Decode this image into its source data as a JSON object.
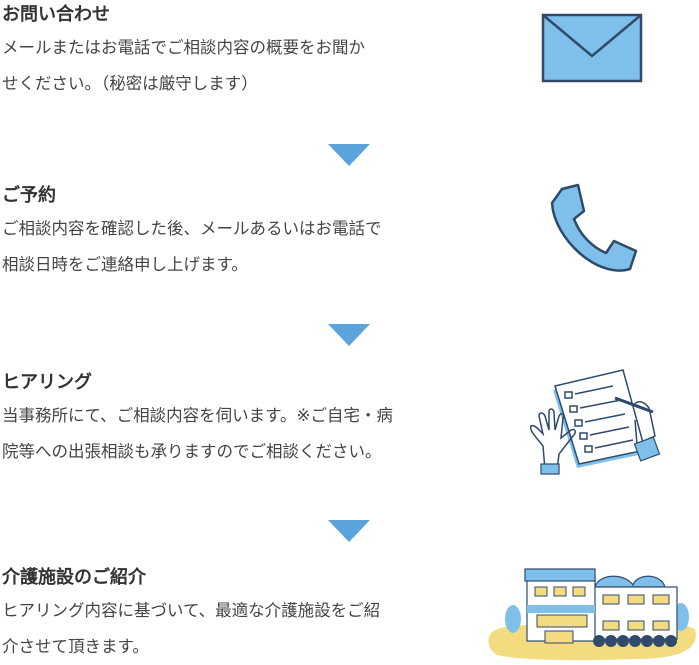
{
  "steps": [
    {
      "title": "お問い合わせ",
      "lines": [
        "メールまたはお電話でご相談内容の概要をお聞か",
        "せください。（秘密は厳守します）"
      ],
      "icon": "envelope-icon"
    },
    {
      "title": "ご予約",
      "lines": [
        "ご相談内容を確認した後、メールあるいはお電話で",
        "相談日時をご連絡申し上げます。"
      ],
      "icon": "phone-icon"
    },
    {
      "title": "ヒアリング",
      "lines": [
        "当事務所にて、ご相談内容を伺います。※ご自宅・病",
        "院等への出張相談も承りますのでご相談ください。"
      ],
      "icon": "checklist-writing-icon"
    },
    {
      "title": "介護施設のご紹介",
      "lines": [
        "ヒアリング内容に基づいて、最適な介護施設をご紹",
        "介させて頂きます。"
      ],
      "icon": "care-facility-icon"
    }
  ],
  "colors": {
    "accent": "#5ba3dc",
    "icon_fill": "#7fc0ea",
    "outline": "#2f4a6b",
    "yellow": "#f3dc7f"
  }
}
